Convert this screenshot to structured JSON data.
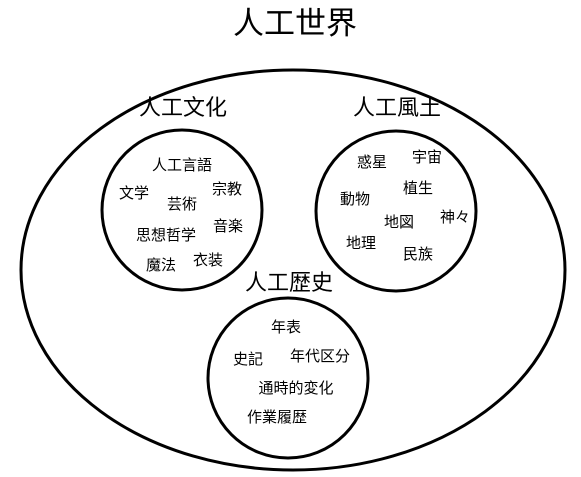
{
  "diagram": {
    "title": "人工世界",
    "groups": [
      {
        "title": "人工文化",
        "items": [
          "人工言語",
          "文学",
          "芸術",
          "宗教",
          "思想哲学",
          "音楽",
          "魔法",
          "衣装"
        ]
      },
      {
        "title": "人工風土",
        "items": [
          "惑星",
          "宇宙",
          "動物",
          "植生",
          "地図",
          "神々",
          "地理",
          "民族"
        ]
      },
      {
        "title": "人工歴史",
        "items": [
          "年表",
          "史記",
          "年代区分",
          "通時的変化",
          "作業履歴"
        ]
      }
    ]
  }
}
